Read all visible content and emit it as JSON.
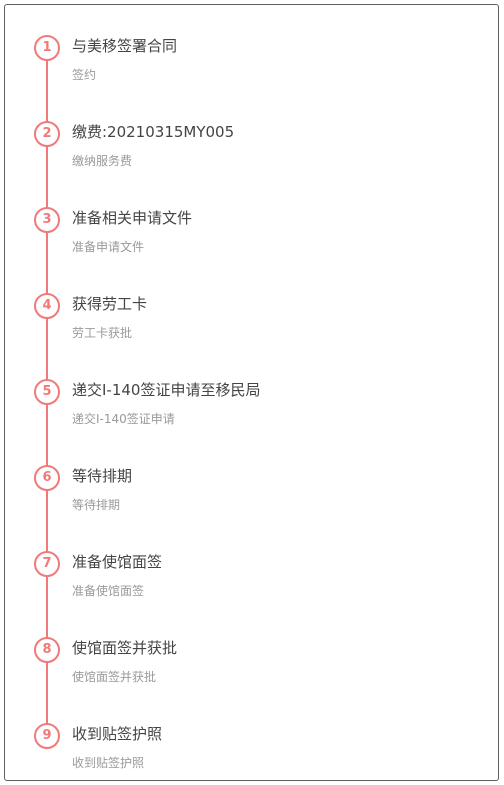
{
  "accent_color": "#f07a7a",
  "steps": [
    {
      "number": "1",
      "title": "与美移签署合同",
      "desc": "签约"
    },
    {
      "number": "2",
      "title": "缴费:20210315MY005",
      "desc": "缴纳服务费"
    },
    {
      "number": "3",
      "title": "准备相关申请文件",
      "desc": "准备申请文件"
    },
    {
      "number": "4",
      "title": "获得劳工卡",
      "desc": "劳工卡获批"
    },
    {
      "number": "5",
      "title": "递交I-140签证申请至移民局",
      "desc": "递交I-140签证申请"
    },
    {
      "number": "6",
      "title": "等待排期",
      "desc": "等待排期"
    },
    {
      "number": "7",
      "title": "准备使馆面签",
      "desc": "准备使馆面签"
    },
    {
      "number": "8",
      "title": "使馆面签并获批",
      "desc": "使馆面签并获批"
    },
    {
      "number": "9",
      "title": "收到贴签护照",
      "desc": "收到贴签护照"
    }
  ]
}
